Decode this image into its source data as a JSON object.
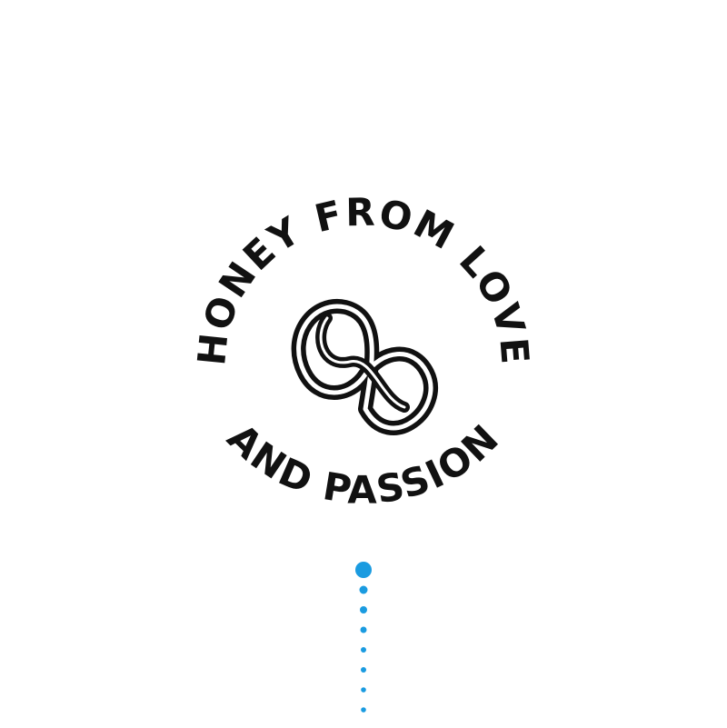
{
  "seal": {
    "text_top": "HONEY FROM LOVE",
    "text_bottom": "AND PASSION"
  },
  "colors": {
    "ink": "#111111",
    "accent": "#1a9be0",
    "background": "#ffffff"
  },
  "icons": {
    "emblem": "infinity-knot-icon",
    "indicator": "scroll-dots-indicator"
  }
}
